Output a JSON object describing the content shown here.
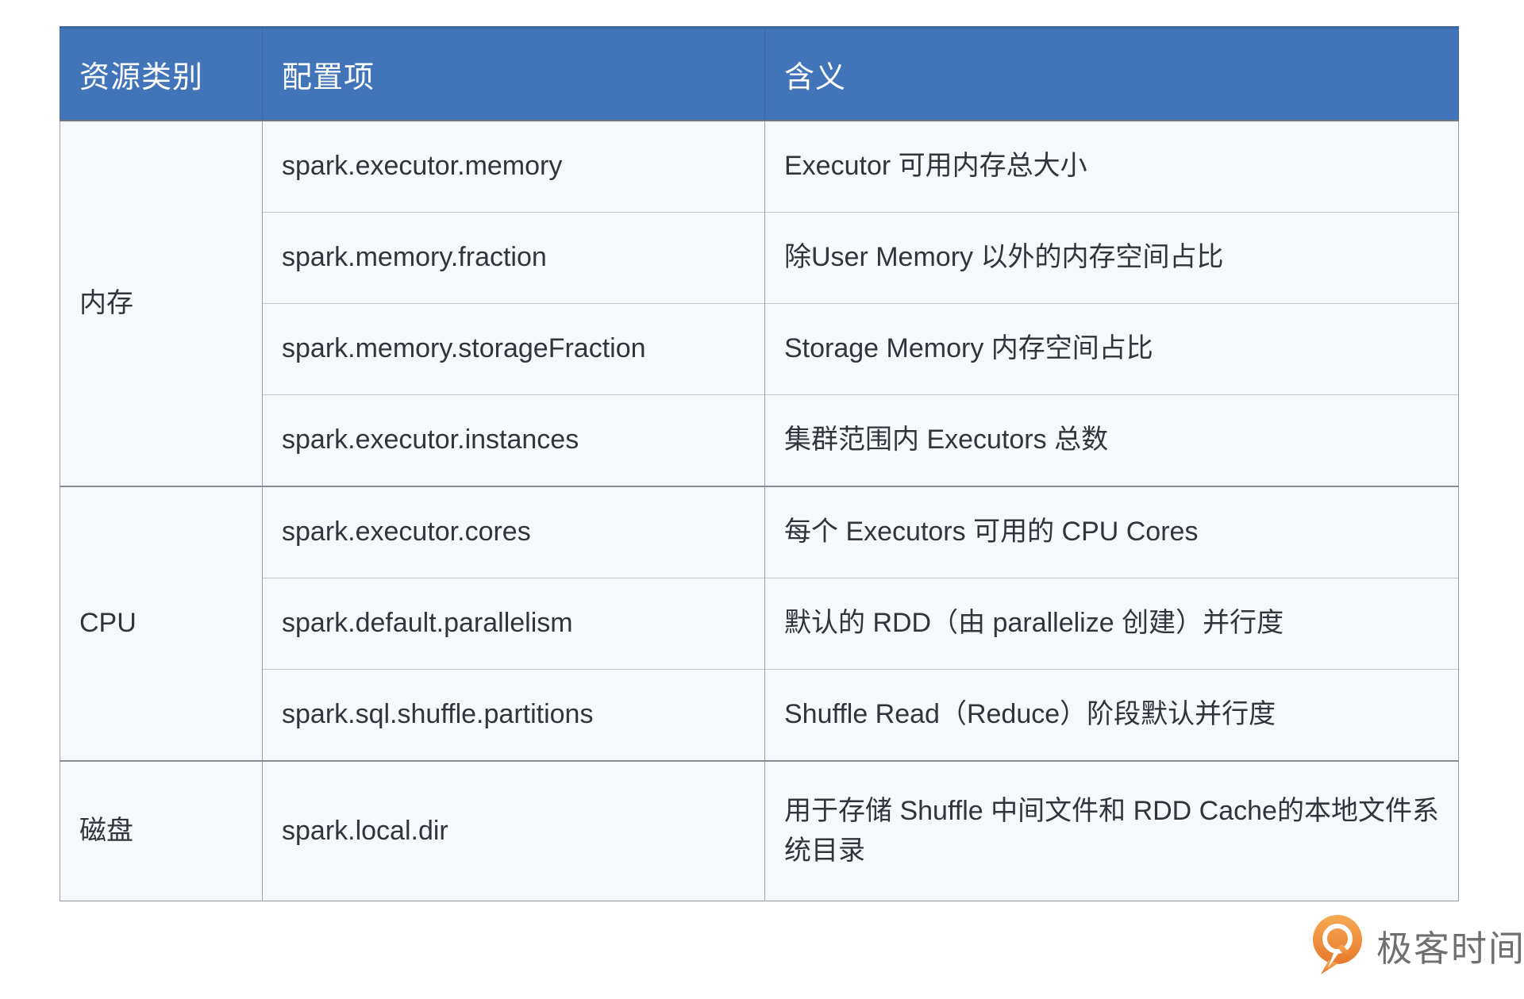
{
  "chart_data": {
    "type": "table",
    "title": "",
    "columns": [
      "资源类别",
      "配置项",
      "含义"
    ],
    "groups": [
      {
        "category": "内存",
        "rows": [
          {
            "config": "spark.executor.memory",
            "meaning": "Executor 可用内存总大小"
          },
          {
            "config": "spark.memory.fraction",
            "meaning": "除User Memory 以外的内存空间占比"
          },
          {
            "config": "spark.memory.storageFraction",
            "meaning": "Storage Memory 内存空间占比"
          },
          {
            "config": "spark.executor.instances",
            "meaning": "集群范围内 Executors 总数"
          }
        ]
      },
      {
        "category": "CPU",
        "rows": [
          {
            "config": "spark.executor.cores",
            "meaning": "每个 Executors 可用的 CPU Cores"
          },
          {
            "config": "spark.default.parallelism",
            "meaning": "默认的 RDD（由 parallelize  创建）并行度"
          },
          {
            "config": "spark.sql.shuffle.partitions",
            "meaning": "Shuffle Read（Reduce）阶段默认并行度"
          }
        ]
      },
      {
        "category": "磁盘",
        "rows": [
          {
            "config": "spark.local.dir",
            "meaning": "用于存储 Shuffle 中间文件和 RDD Cache的本地文件系统目录"
          }
        ]
      }
    ],
    "layout": {
      "header_bg": "#4274B9",
      "header_text": "#FFFFFF",
      "row_bg": "#F7F8FB",
      "body_text": "#30343B",
      "grid": "on"
    }
  },
  "branding": {
    "logo_text": "极客时间",
    "icon": "geektime-pin-icon",
    "icon_color_top": "#F6A953",
    "icon_color_bottom": "#E8792C",
    "text_color": "#6F6F6F"
  }
}
